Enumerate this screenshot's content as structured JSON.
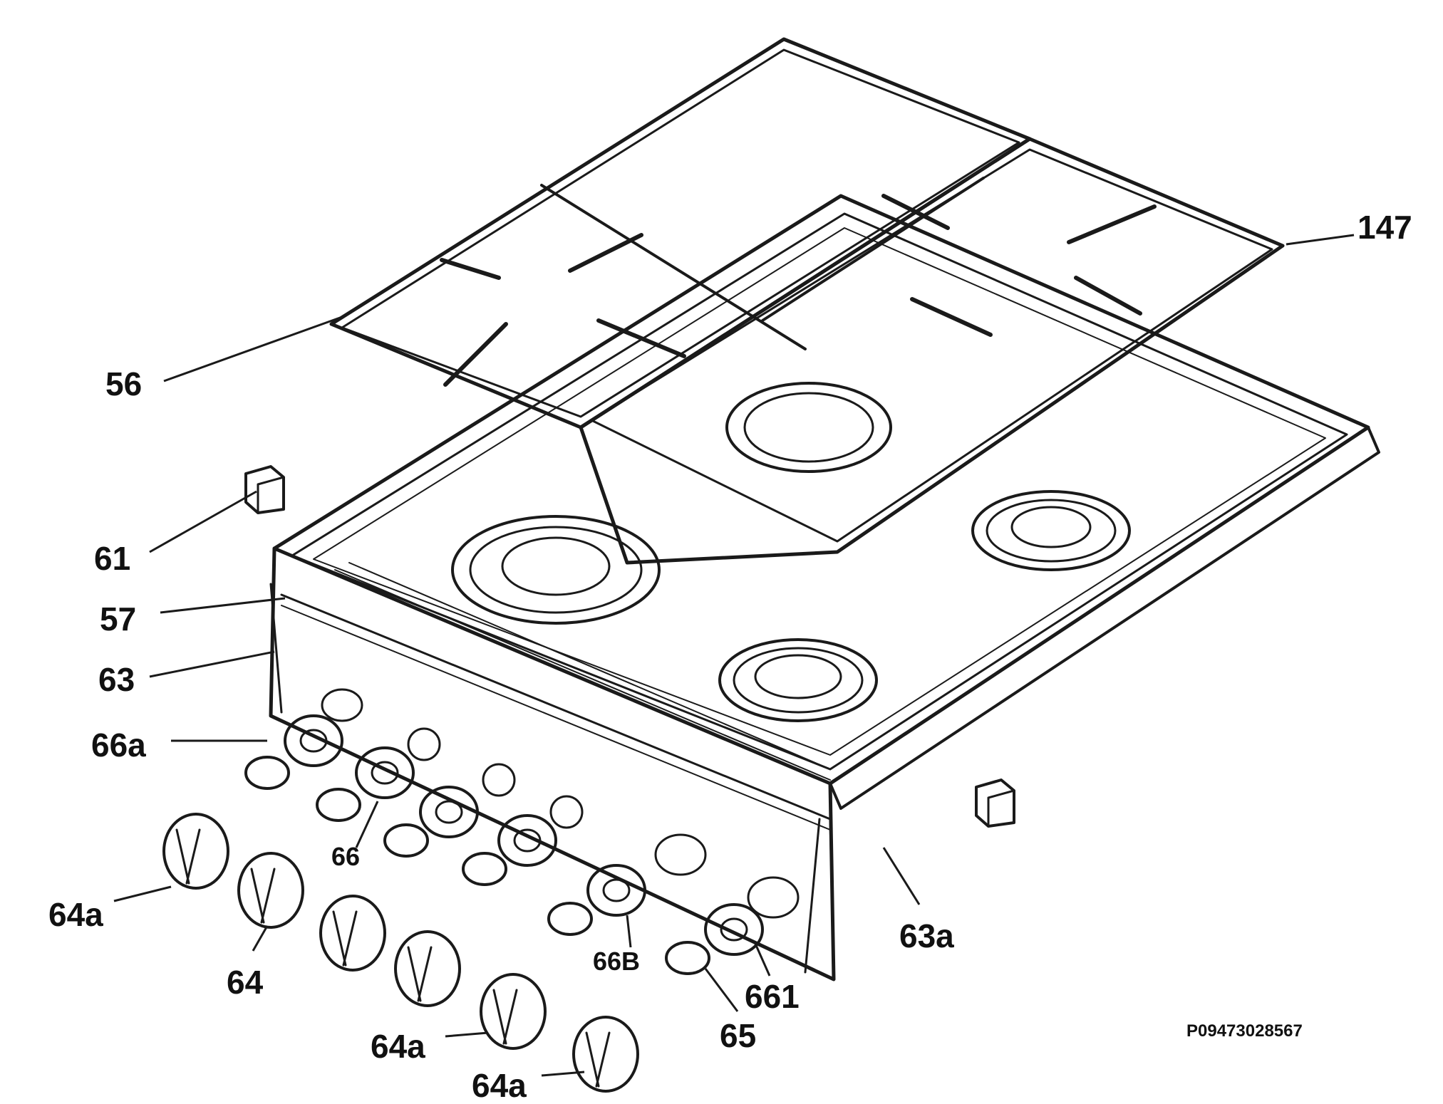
{
  "labels": {
    "p147": "147",
    "p56": "56",
    "p61": "61",
    "p57": "57",
    "p63": "63",
    "p66a": "66a",
    "p66": "66",
    "p64a_1": "64a",
    "p64": "64",
    "p64a_2": "64a",
    "p64a_3": "64a",
    "p66B": "66B",
    "p661": "661",
    "p65": "65",
    "p63a": "63a"
  },
  "reference_code": "P09473028567"
}
